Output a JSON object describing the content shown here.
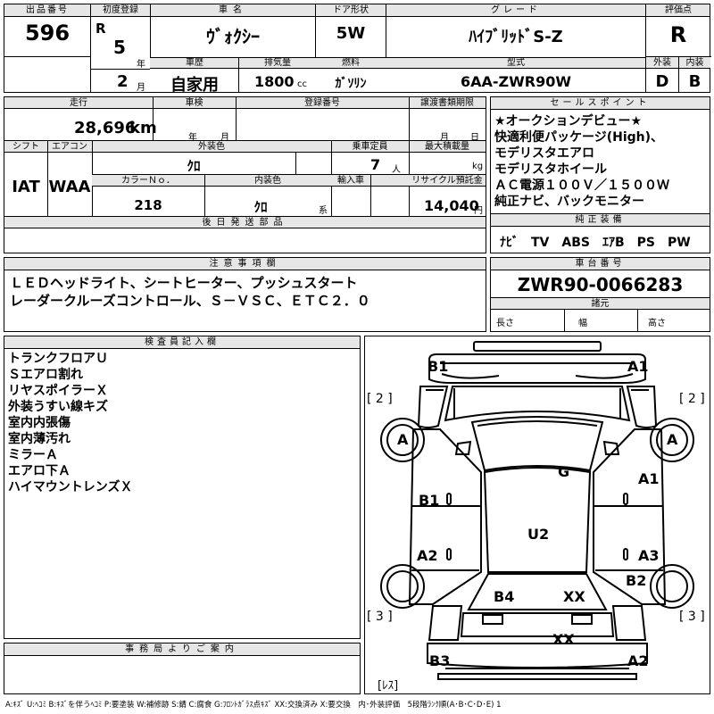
{
  "h": {
    "lot_no": "出品番号",
    "first_reg": "初度登録",
    "car_name": "車名",
    "door": "ドア形状",
    "grade": "グレード",
    "score": "評価点",
    "history": "車歴",
    "displacement": "排気量",
    "fuel": "燃料",
    "model": "型式",
    "exterior": "外装",
    "interior": "内装",
    "mileage": "走行",
    "shaken": "車検",
    "reg_no": "登録番号",
    "transfer": "譲渡書類期限",
    "sales": "セールスポイント",
    "shift": "シフト",
    "aircon": "エアコン",
    "ext_color": "外装色",
    "capacity": "乗車定員",
    "max_load": "最大積載量",
    "color_no": "カラーＮｏ．",
    "int_color": "内装色",
    "import": "輸入車",
    "recycle": "リサイクル預託金",
    "later_parts": "後日発送部品",
    "standard": "純正装備",
    "notes": "注意事項欄",
    "chassis": "車台番号",
    "specs": "諸元",
    "inspector": "検査員記入欄",
    "office": "事務局よりご案内"
  },
  "v": {
    "lot_no": "596",
    "era": "R",
    "year": "5",
    "year_unit": "年",
    "month": "2",
    "month_unit": "月",
    "car_name": "ｳﾞｫｸｼｰ",
    "door": "5W",
    "grade": "ﾊｲﾌﾞﾘｯﾄﾞS-Z",
    "score": "R",
    "history": "自家用",
    "displacement": "1800",
    "cc": "cc",
    "fuel": "ｶﾞｿﾘﾝ",
    "model": "6AA-ZWR90W",
    "exterior": "D",
    "interior": "B",
    "mileage": "28,696",
    "km": "km",
    "shaken_year": "年",
    "shaken_month": "月",
    "transfer_month": "月",
    "transfer_day": "日",
    "shift": "IAT",
    "aircon": "WAA",
    "ext_color": "ｸﾛ",
    "capacity": "7",
    "capacity_unit": "人",
    "kg": "kg",
    "color_no": "218",
    "int_color": "ｸﾛ",
    "int_unit": "系",
    "recycle": "14,040",
    "yen": "円",
    "standard": "ﾅﾋﾞ　TV　ABS　ｴｱB　PS　PW",
    "chassis": "ZWR90-0066283",
    "length": "長さ",
    "width": "幅",
    "height": "高さ"
  },
  "sales_points": [
    "★オークションデビュー★",
    "快適利便パッケージ(High)、",
    "モデリスタエアロ",
    "モデリスタホイール",
    "ＡＣ電源１００Ｖ／１５００Ｗ",
    "純正ナビ、バックモニター"
  ],
  "notes": [
    "ＬＥＤヘッドライト、シートヒーター、プッシュスタート",
    "レーダークルーズコントロール、Ｓ－ＶＳＣ、ＥＴＣ２．０"
  ],
  "inspector": [
    "トランクフロアＵ",
    "Ｓエアロ割れ",
    "リヤスポイラーＸ",
    "外装うすい線キズ",
    "室内内張傷",
    "室内薄汚れ",
    "ミラーＡ",
    "エアロ下Ａ",
    "ハイマウントレンズＸ"
  ],
  "diagram": {
    "B1_top": "B1",
    "A1_top": "A1",
    "b2_left": "[ 2 ]",
    "b2_right": "[ 2 ]",
    "A_left": "A",
    "A_right": "A",
    "G": "G",
    "B1_left": "B1",
    "A1_right": "A1",
    "U2": "U2",
    "A2_left": "A2",
    "A3_right": "A3",
    "B2_right": "B2",
    "B4": "B4",
    "XX_mid": "XX",
    "b3_left": "[ 3 ]",
    "b3_right": "[ 3 ]",
    "XX_bumper": "XX",
    "B3": "B3",
    "A2_bottom": "A2",
    "less": "[ﾚｽ]"
  },
  "legend": "A:ｷｽﾞ U:ﾍｺﾐ B:ｷｽﾞを伴うﾍｺﾐ P:要塗装 W:補修跡 S:錆 C:腐食 G:ﾌﾛﾝﾄｶﾞﾗｽ点ｷｽﾞ XX:交換済み X:要交換　内･外装評価　5段階ﾗﾝｸ順(A･B･C･D･E) 1"
}
